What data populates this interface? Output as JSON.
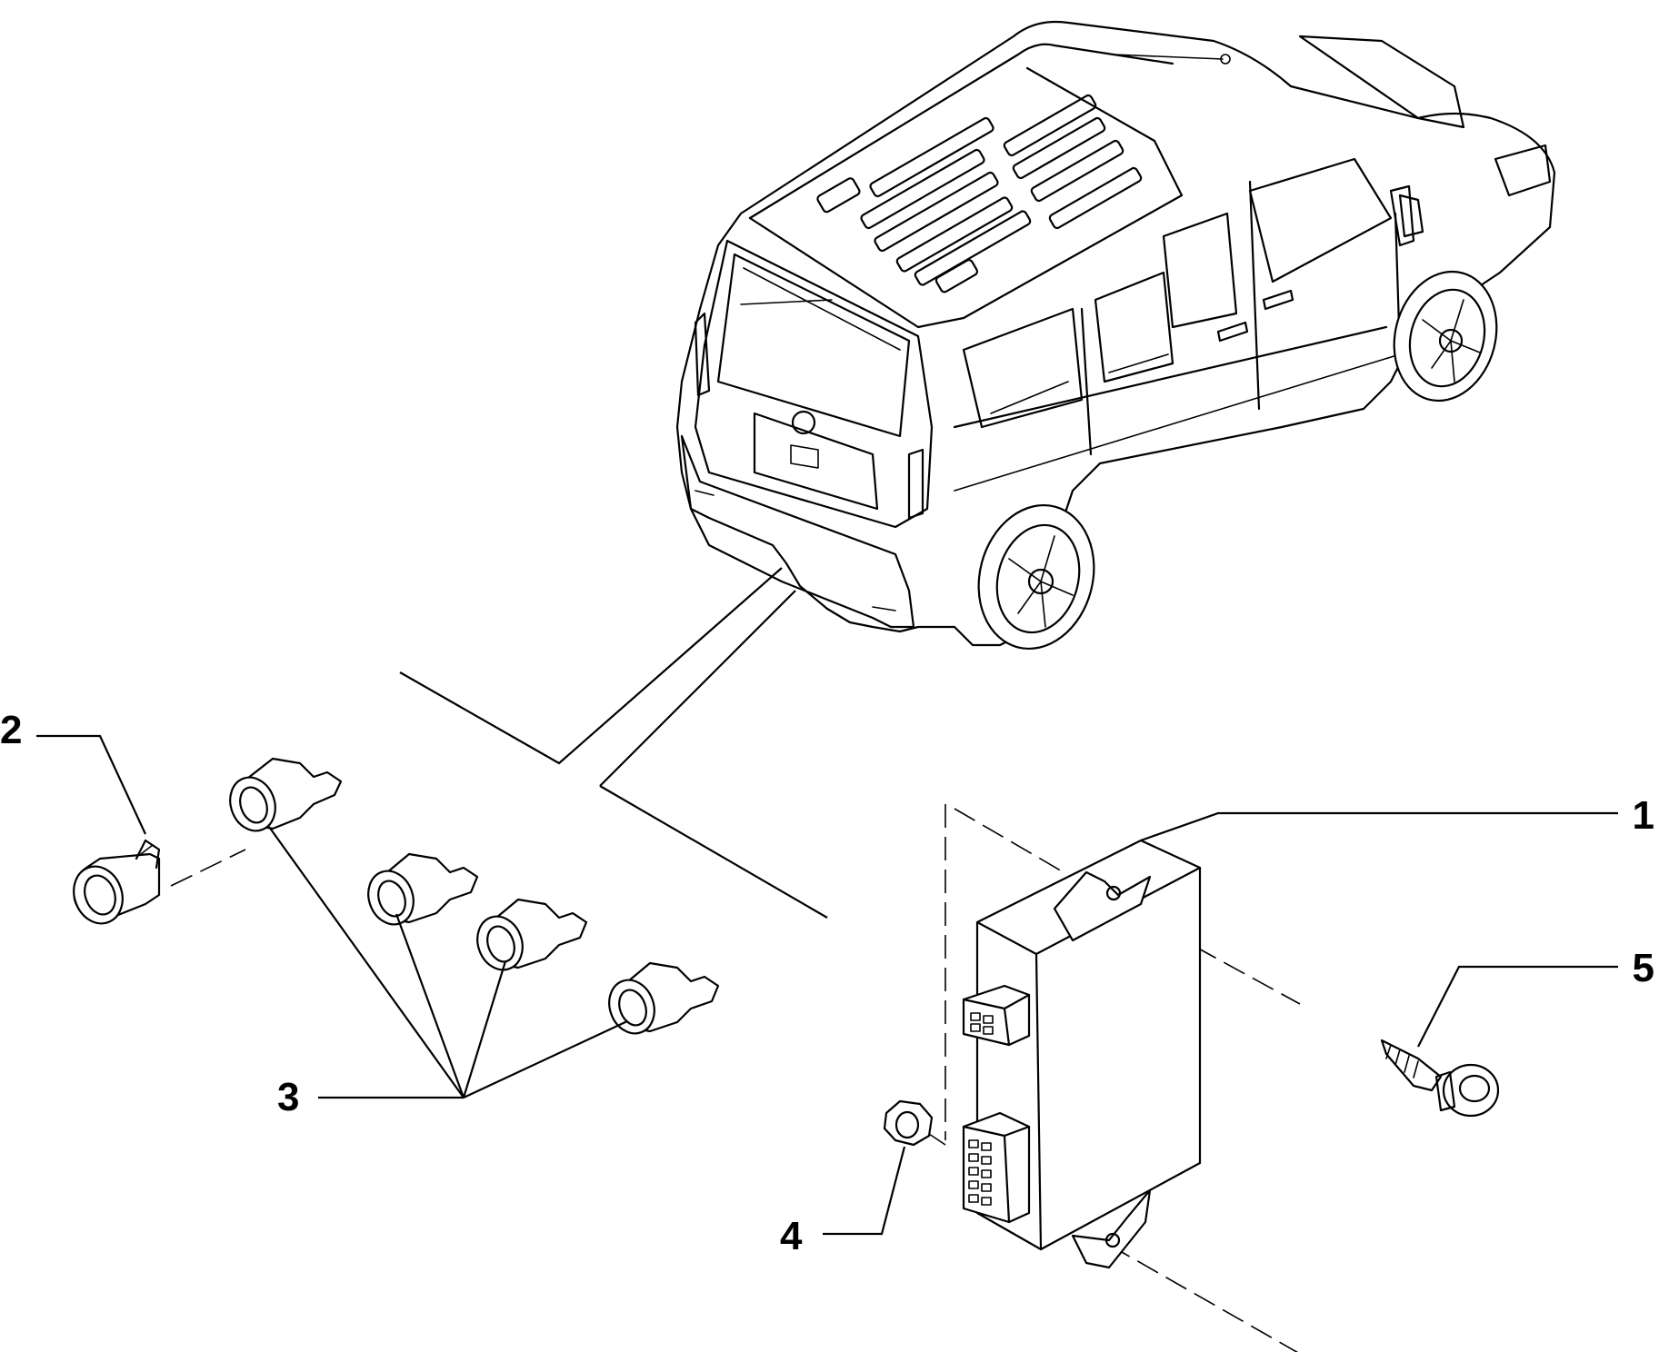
{
  "diagram": {
    "callouts": [
      {
        "id": "1",
        "label": "1"
      },
      {
        "id": "2",
        "label": "2"
      },
      {
        "id": "3",
        "label": "3"
      },
      {
        "id": "4",
        "label": "4"
      },
      {
        "id": "5",
        "label": "5"
      }
    ],
    "icons": [
      "van-icon",
      "sensor-bracket-icon",
      "parking-sensor-icon",
      "control-unit-icon",
      "nut-icon",
      "screw-icon"
    ]
  }
}
